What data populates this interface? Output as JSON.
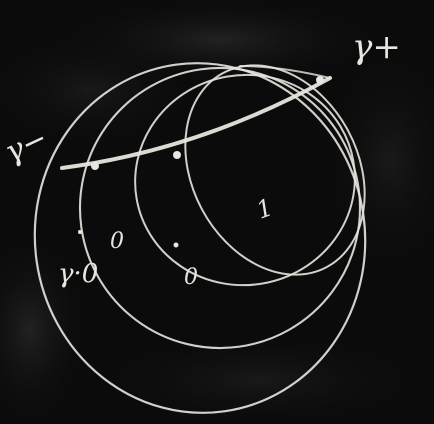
{
  "labels": {
    "gamma_plus": "γ+",
    "gamma_minus": "γ−",
    "gamma_zero": "γ·0",
    "one": "1",
    "zero_a": "0",
    "zero_b": "0"
  },
  "colors": {
    "background": "#0b0b0b",
    "chalk": "#e9e6df"
  }
}
